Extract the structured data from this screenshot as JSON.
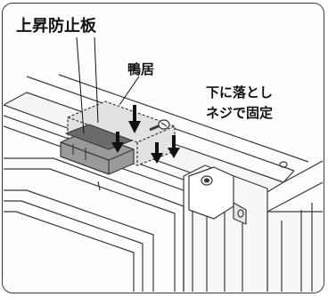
{
  "labels": {
    "title": "上昇防止板",
    "kamoi": "鴨居",
    "note_line1": "下に落とし",
    "note_line2": "ネジで固定"
  },
  "colors": {
    "line": "#3a3a3a",
    "plate_fill": "#c4c4c4",
    "plate_dark": "#6a6a6a",
    "frame_face": "#f5f5f5",
    "arrow": "#111111"
  },
  "icons": [
    "screw-icon",
    "down-arrow-icon",
    "screw-hole-icon"
  ]
}
